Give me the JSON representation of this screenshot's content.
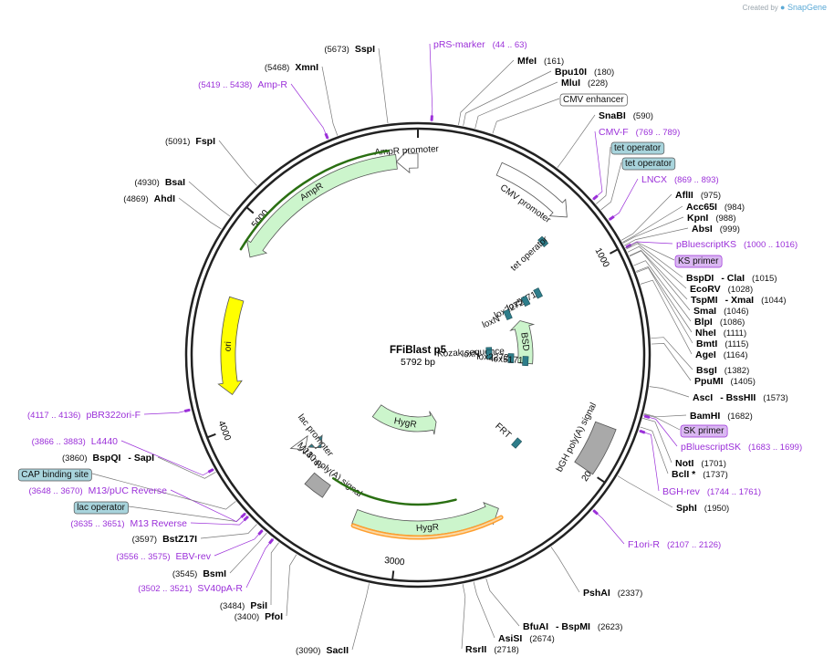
{
  "credit": {
    "prefix": "Created by",
    "brand": "SnapGene"
  },
  "plasmid": {
    "name": "FFiBlast p5",
    "length": "5792 bp"
  },
  "scale_ticks": [
    {
      "value": 0,
      "label": ""
    },
    {
      "value": 1000,
      "label": "1000"
    },
    {
      "value": 2000,
      "label": "2000"
    },
    {
      "value": 3000,
      "label": "3000"
    },
    {
      "value": 4000,
      "label": "4000"
    },
    {
      "value": 5000,
      "label": "5000"
    }
  ],
  "colors": {
    "backbone": "#222222",
    "feature_green": "#ccf5cc",
    "promoter_white": "#ffffff",
    "ori_yellow": "#ffff00",
    "operator_teal": "#2e7d8a",
    "polyA_gray": "#a9a9a9",
    "primer_purple": "#9b30d9",
    "translation_dark": "#2a6f12",
    "translation_orange": "#ff9f2e",
    "box_teal_bg": "#a8d4dc",
    "box_purple_bg": "#dab7f2"
  },
  "features": [
    {
      "name": "AmpR promoter",
      "label": "AmpR promoter",
      "kind": "promoter",
      "start": 5690,
      "end": 5792
    },
    {
      "name": "AmpR",
      "label": "AmpR",
      "kind": "cds",
      "start": 4830,
      "end": 5690
    },
    {
      "name": "ori",
      "label": "ori",
      "kind": "ori",
      "start": 4150,
      "end": 4620
    },
    {
      "name": "CMV promoter",
      "label": "CMV promoter",
      "kind": "promoter",
      "start": 380,
      "end": 760
    },
    {
      "name": "BSD",
      "label": "BSD",
      "kind": "cds",
      "start": 1150,
      "end": 1520
    },
    {
      "name": "bGH poly(A) signal",
      "label": "bGH poly(A) signal",
      "kind": "polyA",
      "start": 1780,
      "end": 2000
    },
    {
      "name": "HygR-1",
      "label": "HygR",
      "kind": "cds",
      "start": 2650,
      "end": 3480
    },
    {
      "name": "HygR-2",
      "label": "HygR",
      "kind": "cds",
      "start": 2450,
      "end": 3240
    },
    {
      "name": "SV40 poly(A) signal",
      "label": "SV40 poly(A) signal",
      "kind": "polyA",
      "start": 3440,
      "end": 3560
    },
    {
      "name": "lac promoter",
      "label": "lac promoter",
      "kind": "promoter",
      "start": 3700,
      "end": 3760
    },
    {
      "name": "M13 rev",
      "label": "M13 rev",
      "kind": "primer_site",
      "start": 3640,
      "end": 3660
    }
  ],
  "small_features": [
    {
      "label": "tet operator",
      "pos": 770
    },
    {
      "label": "lox5171",
      "pos": 1010
    },
    {
      "label": "lox2272",
      "pos": 1020
    },
    {
      "label": "loxN",
      "pos": 1060
    },
    {
      "label": "Kozak sequence",
      "pos": 1410
    },
    {
      "label": "loxN",
      "pos": 1440
    },
    {
      "label": "lox2272",
      "pos": 1480
    },
    {
      "label": "lox5171",
      "pos": 1500
    },
    {
      "label": "FRT",
      "pos": 2120
    }
  ],
  "labels": [
    {
      "kind": "enzyme",
      "name": "SspI",
      "pos": "(5673)",
      "site": 5673
    },
    {
      "kind": "primer",
      "name": "pRS-marker",
      "pos": "(44 .. 63)",
      "site": 54
    },
    {
      "kind": "enzyme",
      "name": "MfeI",
      "pos": "(161)",
      "site": 161
    },
    {
      "kind": "enzyme",
      "name": "Bpu10I",
      "pos": "(180)",
      "site": 180
    },
    {
      "kind": "enzyme",
      "name": "MluI",
      "pos": "(228)",
      "site": 228
    },
    {
      "kind": "box",
      "name": "CMV enhancer",
      "site": 300
    },
    {
      "kind": "enzyme",
      "name": "SnaBI",
      "pos": "(590)",
      "site": 590
    },
    {
      "kind": "primer",
      "name": "CMV-F",
      "pos": "(769 .. 789)",
      "site": 779
    },
    {
      "kind": "box",
      "name": "tet operator",
      "site": 800
    },
    {
      "kind": "box",
      "name": "tet operator",
      "site": 830
    },
    {
      "kind": "primer",
      "name": "LNCX",
      "pos": "(869 .. 893)",
      "site": 881
    },
    {
      "kind": "enzyme",
      "name": "AflII",
      "pos": "(975)",
      "site": 975
    },
    {
      "kind": "enzyme",
      "name": "Acc65I",
      "pos": "(984)",
      "site": 984
    },
    {
      "kind": "enzyme",
      "name": "KpnI",
      "pos": "(988)",
      "site": 988
    },
    {
      "kind": "enzyme",
      "name": "AbsI",
      "pos": "(999)",
      "site": 999
    },
    {
      "kind": "primer",
      "name": "pBluescriptKS",
      "pos": "(1000 .. 1016)",
      "site": 1008
    },
    {
      "kind": "box",
      "name": "KS primer",
      "site": 1010
    },
    {
      "kind": "enzyme",
      "name": "BspDI",
      "extra": "- ClaI",
      "pos": "(1015)",
      "site": 1015
    },
    {
      "kind": "enzyme",
      "name": "EcoRV",
      "pos": "(1028)",
      "site": 1028
    },
    {
      "kind": "enzyme",
      "name": "TspMI",
      "extra": "- XmaI",
      "pos": "(1044)",
      "site": 1044
    },
    {
      "kind": "enzyme",
      "name": "SmaI",
      "pos": "(1046)",
      "site": 1046
    },
    {
      "kind": "enzyme",
      "name": "BlpI",
      "pos": "(1086)",
      "site": 1086
    },
    {
      "kind": "enzyme",
      "name": "NheI",
      "pos": "(1111)",
      "site": 1111
    },
    {
      "kind": "enzyme",
      "name": "BmtI",
      "pos": "(1115)",
      "site": 1115
    },
    {
      "kind": "enzyme",
      "name": "AgeI",
      "pos": "(1164)",
      "site": 1164
    },
    {
      "kind": "enzyme",
      "name": "BsgI",
      "pos": "(1382)",
      "site": 1382
    },
    {
      "kind": "enzyme",
      "name": "PpuMI",
      "pos": "(1405)",
      "site": 1405
    },
    {
      "kind": "enzyme",
      "name": "AscI",
      "extra": "- BssHII",
      "pos": "(1573)",
      "site": 1573
    },
    {
      "kind": "enzyme",
      "name": "BamHI",
      "pos": "(1682)",
      "site": 1682
    },
    {
      "kind": "box",
      "name": "SK primer",
      "site": 1685
    },
    {
      "kind": "primer",
      "name": "pBluescriptSK",
      "pos": "(1683 .. 1699)",
      "site": 1691
    },
    {
      "kind": "enzyme",
      "name": "NotI",
      "pos": "(1701)",
      "site": 1701
    },
    {
      "kind": "enzyme",
      "name": "BclI *",
      "pos": "(1737)",
      "site": 1737
    },
    {
      "kind": "primer",
      "name": "BGH-rev",
      "pos": "(1744 .. 1761)",
      "site": 1752
    },
    {
      "kind": "enzyme",
      "name": "SphI",
      "pos": "(1950)",
      "site": 1950
    },
    {
      "kind": "primer",
      "name": "F1ori-R",
      "pos": "(2107 .. 2126)",
      "site": 2116
    },
    {
      "kind": "enzyme",
      "name": "PshAI",
      "pos": "(2337)",
      "site": 2337
    },
    {
      "kind": "enzyme",
      "name": "BfuAI",
      "extra": "- BspMI",
      "pos": "(2623)",
      "site": 2623
    },
    {
      "kind": "enzyme",
      "name": "AsiSI",
      "pos": "(2674)",
      "site": 2674
    },
    {
      "kind": "enzyme",
      "name": "RsrII",
      "pos": "(2718)",
      "site": 2718
    },
    {
      "kind": "enzyme",
      "name": "SacII",
      "pos": "(3090)",
      "site": 3090
    },
    {
      "kind": "enzyme",
      "name": "PfoI",
      "pos": "(3400)",
      "site": 3400
    },
    {
      "kind": "enzyme",
      "name": "PsiI",
      "pos": "(3484)",
      "site": 3484
    },
    {
      "kind": "primer",
      "name": "SV40pA-R",
      "pos": "(3502 .. 3521)",
      "site": 3511
    },
    {
      "kind": "enzyme",
      "name": "BsmI",
      "pos": "(3545)",
      "site": 3545
    },
    {
      "kind": "primer",
      "name": "EBV-rev",
      "pos": "(3556 .. 3575)",
      "site": 3565
    },
    {
      "kind": "enzyme",
      "name": "BstZ17I",
      "pos": "(3597)",
      "site": 3597
    },
    {
      "kind": "primer",
      "name": "M13 Reverse",
      "pos": "(3635 .. 3651)",
      "site": 3643
    },
    {
      "kind": "box",
      "name": "lac operator",
      "site": 3660
    },
    {
      "kind": "primer",
      "name": "M13/pUC Reverse",
      "pos": "(3648 .. 3670)",
      "site": 3659
    },
    {
      "kind": "box",
      "name": "CAP binding site",
      "site": 3720
    },
    {
      "kind": "enzyme",
      "name": "BspQI",
      "extra": "- SapI",
      "pos": "(3860)",
      "site": 3860
    },
    {
      "kind": "primer",
      "name": "L4440",
      "pos": "(3866 .. 3883)",
      "site": 3874
    },
    {
      "kind": "primer",
      "name": "pBR322ori-F",
      "pos": "(4117 .. 4136)",
      "site": 4126
    },
    {
      "kind": "enzyme",
      "name": "AhdI",
      "pos": "(4869)",
      "site": 4869
    },
    {
      "kind": "enzyme",
      "name": "BsaI",
      "pos": "(4930)",
      "site": 4930
    },
    {
      "kind": "enzyme",
      "name": "FspI",
      "pos": "(5091)",
      "site": 5091
    },
    {
      "kind": "primer",
      "name": "Amp-R",
      "pos": "(5419 .. 5438)",
      "site": 5428
    },
    {
      "kind": "enzyme",
      "name": "XmnI",
      "pos": "(5468)",
      "site": 5468
    }
  ]
}
